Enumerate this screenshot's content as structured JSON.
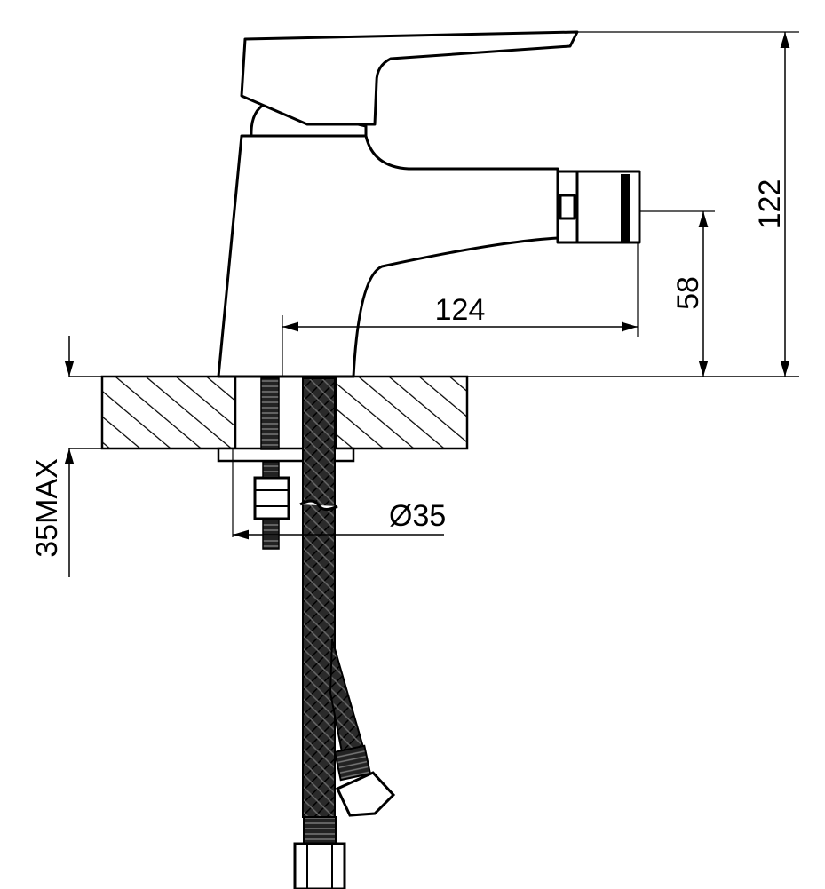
{
  "dimensions": {
    "total_height": "122",
    "spout_height": "58",
    "spout_reach": "124",
    "max_deck_thickness": "35MAX",
    "hole_diameter": "Ø35"
  },
  "colors": {
    "line": "#000000",
    "background": "#ffffff"
  }
}
